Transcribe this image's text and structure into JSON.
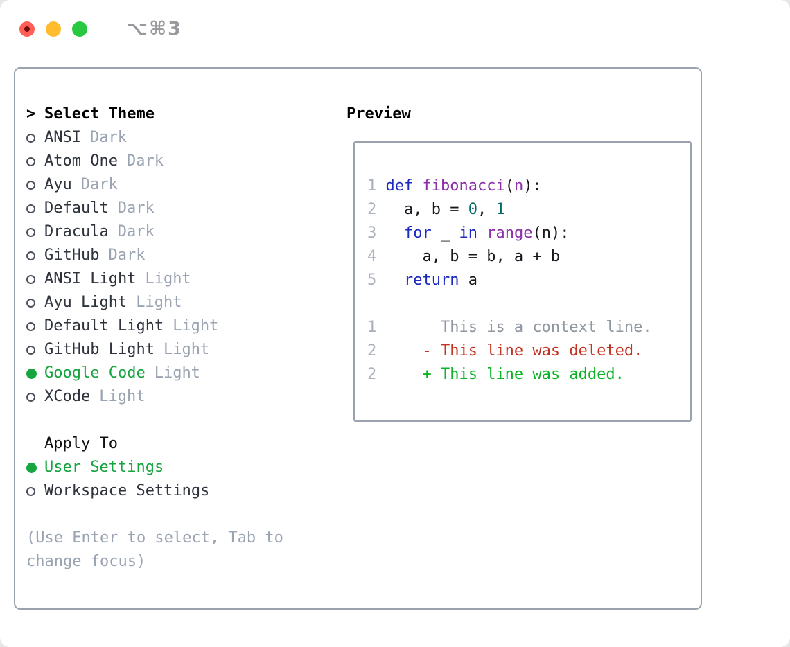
{
  "window": {
    "title": "⌥⌘3"
  },
  "selector": {
    "header": {
      "prompt": ">",
      "label": "Select Theme"
    },
    "themes": [
      {
        "name": "ANSI",
        "variant": "Dark",
        "selected": false
      },
      {
        "name": "Atom One",
        "variant": "Dark",
        "selected": false
      },
      {
        "name": "Ayu",
        "variant": "Dark",
        "selected": false
      },
      {
        "name": "Default",
        "variant": "Dark",
        "selected": false
      },
      {
        "name": "Dracula",
        "variant": "Dark",
        "selected": false
      },
      {
        "name": "GitHub",
        "variant": "Dark",
        "selected": false
      },
      {
        "name": "ANSI Light",
        "variant": "Light",
        "selected": false
      },
      {
        "name": "Ayu Light",
        "variant": "Light",
        "selected": false
      },
      {
        "name": "Default Light",
        "variant": "Light",
        "selected": false
      },
      {
        "name": "GitHub Light",
        "variant": "Light",
        "selected": false
      },
      {
        "name": "Google Code",
        "variant": "Light",
        "selected": true
      },
      {
        "name": "XCode",
        "variant": "Light",
        "selected": false
      }
    ],
    "apply_to": {
      "label": "Apply To",
      "options": [
        {
          "label": "User Settings",
          "selected": true
        },
        {
          "label": "Workspace Settings",
          "selected": false
        }
      ]
    },
    "hint": "(Use Enter to select, Tab to change focus)"
  },
  "preview": {
    "title": "Preview",
    "python_lines": [
      {
        "num": "1",
        "segments": [
          {
            "t": "def",
            "c": "kw"
          },
          {
            "t": " ",
            "c": "pl"
          },
          {
            "t": "fibonacci",
            "c": "fn"
          },
          {
            "t": "(",
            "c": "pl"
          },
          {
            "t": "n",
            "c": "fn"
          },
          {
            "t": "):",
            "c": "pl"
          }
        ]
      },
      {
        "num": "2",
        "segments": [
          {
            "t": "  a, b = ",
            "c": "pl"
          },
          {
            "t": "0",
            "c": "lit"
          },
          {
            "t": ", ",
            "c": "pl"
          },
          {
            "t": "1",
            "c": "lit"
          }
        ]
      },
      {
        "num": "3",
        "segments": [
          {
            "t": "  ",
            "c": "pl"
          },
          {
            "t": "for",
            "c": "kw"
          },
          {
            "t": " _ ",
            "c": "pl"
          },
          {
            "t": "in",
            "c": "kw"
          },
          {
            "t": " ",
            "c": "pl"
          },
          {
            "t": "range",
            "c": "fn"
          },
          {
            "t": "(n):",
            "c": "pl"
          }
        ]
      },
      {
        "num": "4",
        "segments": [
          {
            "t": "    a, b = b, a + b",
            "c": "pl"
          }
        ]
      },
      {
        "num": "5",
        "segments": [
          {
            "t": "  ",
            "c": "pl"
          },
          {
            "t": "return",
            "c": "kw"
          },
          {
            "t": " a",
            "c": "pl"
          }
        ]
      }
    ],
    "diff_lines": [
      {
        "num": "1",
        "segments": [
          {
            "t": "      This is a context line.",
            "c": "ctx"
          }
        ]
      },
      {
        "num": "2",
        "segments": [
          {
            "t": "    - This line was deleted.",
            "c": "del"
          }
        ]
      },
      {
        "num": "2",
        "segments": [
          {
            "t": "    + This line was added.",
            "c": "add"
          }
        ]
      }
    ]
  },
  "colors": {
    "accent-green": "#17a53f",
    "keyword-blue": "#1b2ac0",
    "function-purple": "#8c2fa8",
    "literal-teal": "#066969",
    "code-plain": "#16181d",
    "line-number-gray": "#a9b1bd",
    "context-gray": "#8f97a1",
    "deleted-red": "#c23321",
    "added-green": "#0bb425",
    "muted-gray": "#9aa3b2",
    "name-dark": "#2e333c",
    "border-gray": "#9aa2ae",
    "titlebar-gray": "#98989d",
    "light-red": "#ff5f57",
    "light-yellow": "#febc2e",
    "light-green": "#28c840"
  }
}
